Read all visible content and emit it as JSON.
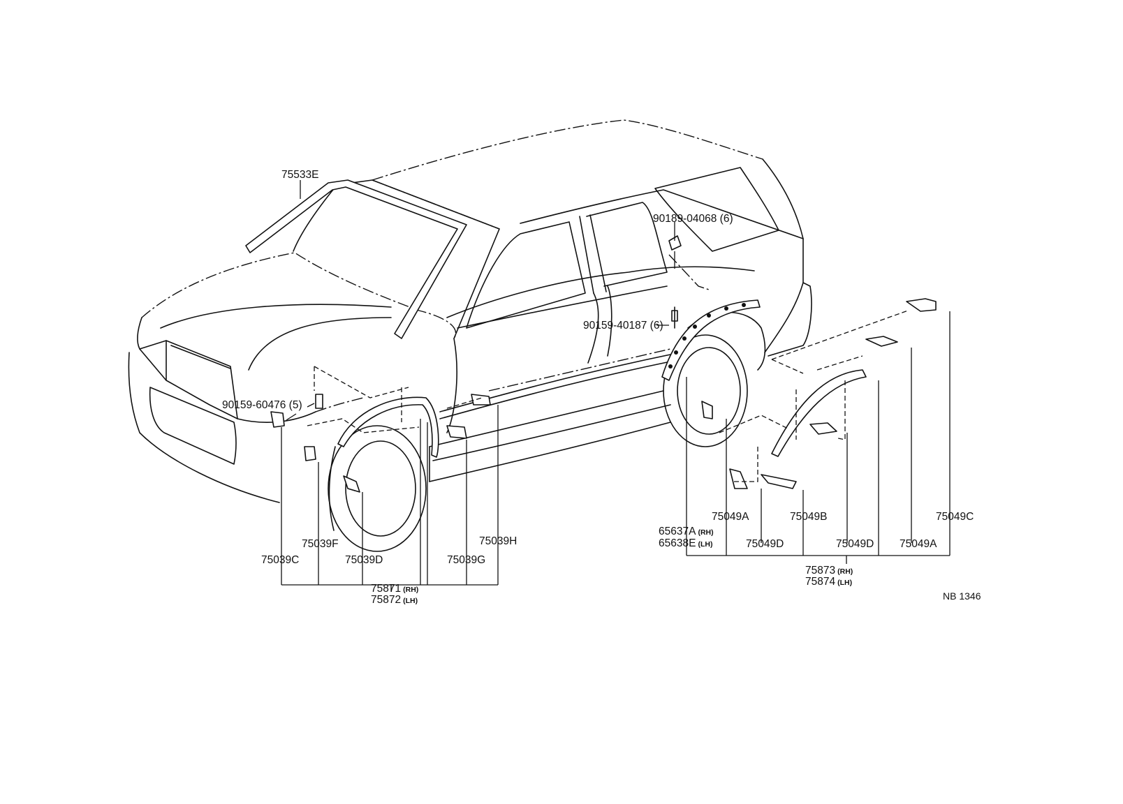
{
  "callouts": {
    "windshield_molding": "75533E",
    "bolt_upper": "90189-04068 (6)",
    "screw_middle": "90159-40187 (6)",
    "screw_front": "90159-60476 (5)",
    "clip_75039C": "75039C",
    "clip_75039F": "75039F",
    "clip_75039D": "75039D",
    "clip_75039G": "75039G",
    "clip_75039H": "75039H",
    "front_molding_rh": "75871",
    "front_molding_lh": "75872",
    "mudguard_rh": "65637A",
    "mudguard_lh": "65638E",
    "clip_75049A_left": "75049A",
    "clip_75049D_left": "75049D",
    "clip_75049B": "75049B",
    "clip_75049D_right": "75049D",
    "clip_75049A_right": "75049A",
    "clip_75049C": "75049C",
    "rear_molding_rh": "75873",
    "rear_molding_lh": "75874",
    "suffix_rh": "(RH)",
    "suffix_lh": "(LH)",
    "figure_code": "NB 1346"
  }
}
